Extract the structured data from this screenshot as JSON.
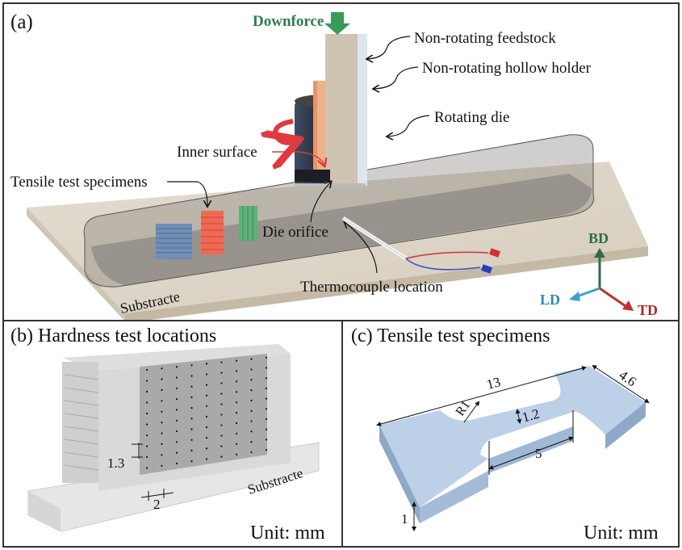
{
  "panel_a": {
    "tag": "(a)",
    "labels": {
      "downforce": "Downforce",
      "feedstock": "Non-rotating feedstock",
      "holder": "Non-rotating hollow holder",
      "die": "Rotating die",
      "inner_surface": "Inner surface",
      "tensile": "Tensile test specimens",
      "orifice": "Die orifice",
      "thermocouple": "Thermocouple location",
      "substrate": "Substracte"
    },
    "axes": {
      "bd": "BD",
      "ld": "LD",
      "td": "TD"
    },
    "colors": {
      "downforce": "#2e7d4f",
      "bd": "#2e6b4a",
      "ld": "#2e86b5",
      "td": "#b2242a",
      "rotation_arrow": "#e0393e"
    }
  },
  "panel_b": {
    "tag": "(b) Hardness test locations",
    "dim_vertical": "1.3",
    "dim_horizontal": "2",
    "substrate": "Substracte",
    "unit": "Unit: mm"
  },
  "panel_c": {
    "tag": "(c) Tensile test specimens",
    "dims": {
      "length": "13",
      "width": "4.6",
      "radius": "R1",
      "gauge_width": "1.2",
      "gauge_length": "5",
      "thickness": "1"
    },
    "unit": "Unit: mm"
  }
}
